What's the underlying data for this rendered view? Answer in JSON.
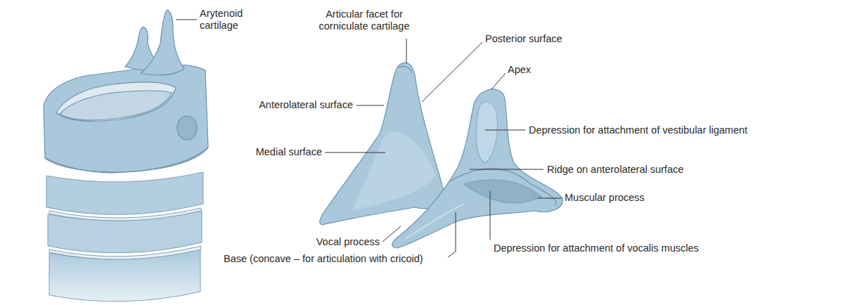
{
  "diagram": {
    "labels": [
      "Arytenoid cartilage",
      "Articular facet for corniculate cartilage",
      "Posterior surface",
      "Apex",
      "Anterolateral surface",
      "Depression for attachment of vestibular ligament",
      "Medial surface",
      "Ridge on anterolateral surface",
      "Muscular process",
      "Vocal process",
      "Depression for attachment of vocalis muscles",
      "Base (concave – for articulation with cricoid)"
    ]
  }
}
